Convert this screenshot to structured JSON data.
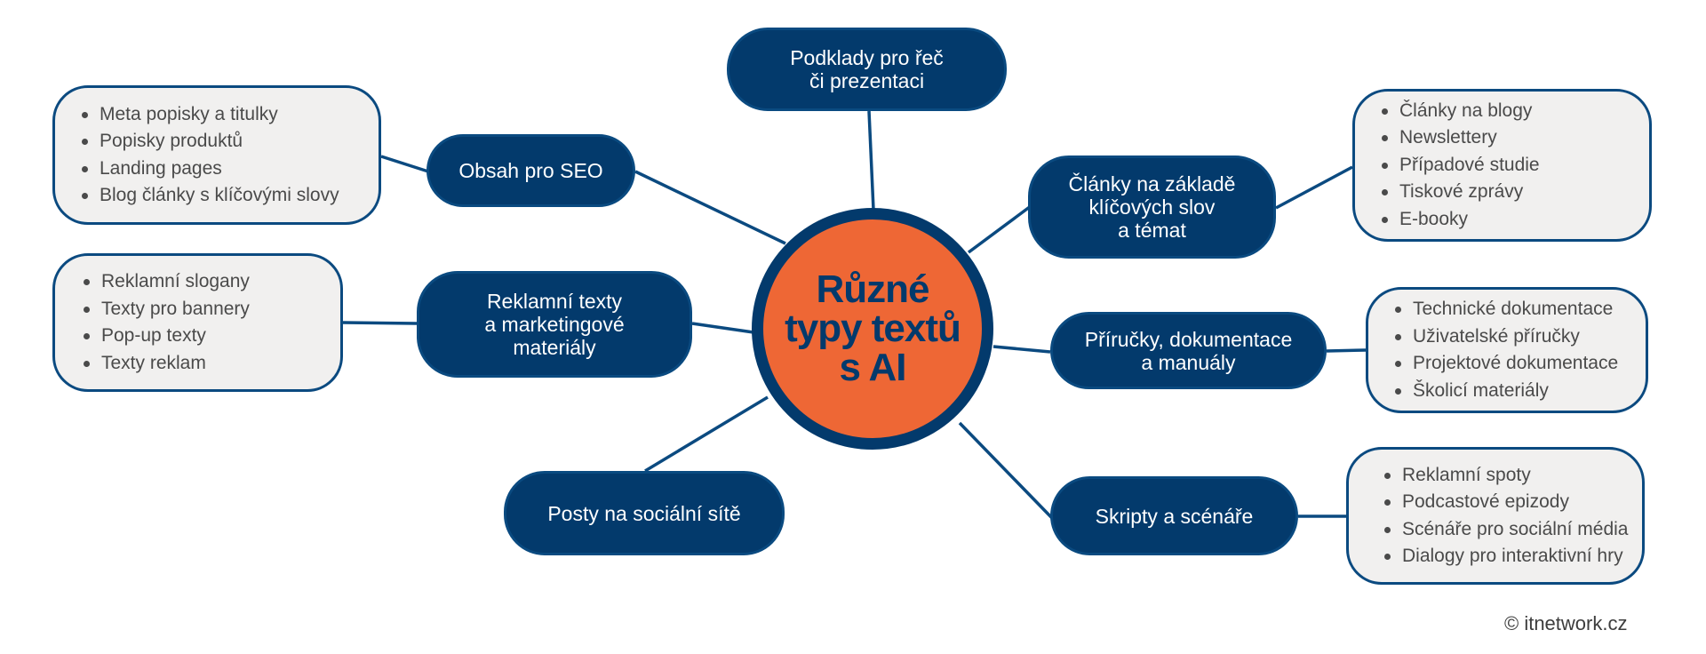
{
  "diagram": {
    "center": {
      "title": "Různé\ntypy textů\ns AI"
    },
    "branches": [
      {
        "id": "seo",
        "label": "Obsah pro SEO",
        "items": [
          "Meta popisky a titulky",
          "Popisky produktů",
          "Landing pages",
          "Blog články s klíčovými slovy"
        ]
      },
      {
        "id": "speech",
        "label": "Podklady pro řeč\nči prezentaci",
        "items": []
      },
      {
        "id": "articles",
        "label": "Články na základě\nklíčových slov\na témat",
        "items": [
          "Články na blogy",
          "Newslettery",
          "Případové studie",
          "Tiskové zprávy",
          "E-booky"
        ]
      },
      {
        "id": "ads",
        "label": "Reklamní texty\na marketingové\nmateriály",
        "items": [
          "Reklamní slogany",
          "Texty pro bannery",
          "Pop-up texty",
          "Texty reklam"
        ]
      },
      {
        "id": "manuals",
        "label": "Příručky, dokumentace\na manuály",
        "items": [
          "Technické dokumentace",
          "Uživatelské příručky",
          "Projektové dokumentace",
          "Školicí materiály"
        ]
      },
      {
        "id": "social",
        "label": "Posty na sociální sítě",
        "items": []
      },
      {
        "id": "scripts",
        "label": "Skripty a scénáře",
        "items": [
          "Reklamní spoty",
          "Podcastové epizody",
          "Scénáře pro sociální média",
          "Dialogy pro interaktivní hry"
        ]
      }
    ],
    "colors": {
      "node_fill": "#033a6c",
      "center_fill": "#ee6735",
      "list_fill": "#f1f0ef",
      "line": "#0b4a80"
    }
  },
  "footer": {
    "copyright": "© itnetwork.cz"
  }
}
